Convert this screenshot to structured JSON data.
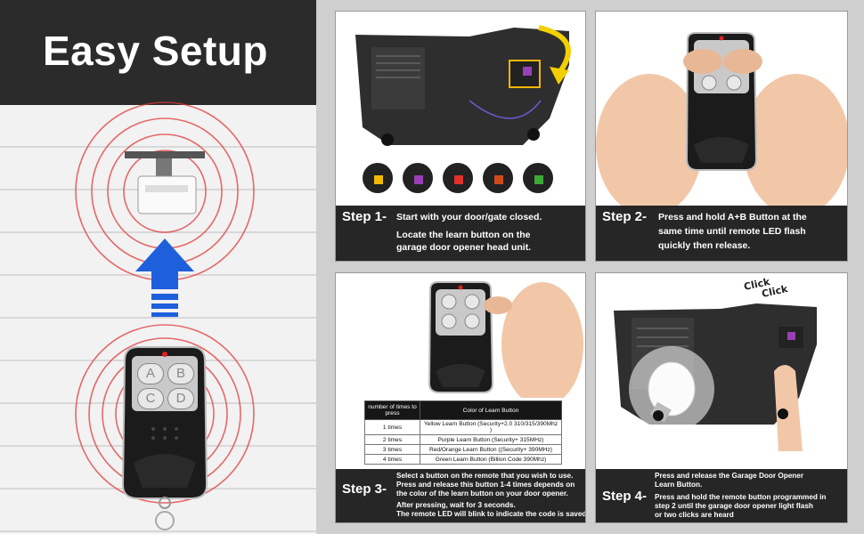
{
  "hero": {
    "title": "Easy Setup"
  },
  "remote": {
    "btn_a": "A",
    "btn_b": "B",
    "btn_c": "C",
    "btn_d": "D"
  },
  "steps": {
    "s1": {
      "label": "Step 1-",
      "line1": "Start with your door/gate closed.",
      "line2": "Locate the learn button on the",
      "line3": "garage door opener head unit."
    },
    "s2": {
      "label": "Step 2-",
      "line1": "Press and hold A+B Button at the",
      "line2": "same time until remote LED flash",
      "line3": "quickly then release."
    },
    "s3": {
      "label": "Step 3-",
      "line1": "Select a button on the remote that you wish to use.",
      "line2": "Press and release this button 1-4 times depends on",
      "line3": "the color of the learn button on your door opener.",
      "line4": "After pressing, wait for 3 seconds.",
      "line5": "The remote LED will blink to indicate the code is saved."
    },
    "s4": {
      "label": "Step 4-",
      "line1": "Press and release the Garage Door Opener",
      "line2": "Learn Button.",
      "line3": "Press and hold the remote button programmed in",
      "line4": "step 2 until the garage door opener light flash",
      "line5": "or two clicks are heard",
      "click1": "Click",
      "click2": "Click"
    }
  },
  "learn_table": {
    "headers": [
      "number of times to press",
      "Color of Learn Button"
    ],
    "rows": [
      [
        "1 times",
        "Yellow Learn Button (Security+2.0 310/315/390Mhz )"
      ],
      [
        "2 times",
        "Purple Learn Button (Security+ 315MHz)"
      ],
      [
        "3 times",
        "Red/Orange Learn Button ((Security+ 390MHz)"
      ],
      [
        "4 times",
        "Green Learn Button (Billion Code 390Mhz)"
      ]
    ]
  },
  "colors": {
    "learn_buttons": [
      "#f2b705",
      "#9b3fb7",
      "#e0312b",
      "#cf4a1a",
      "#3aaa35"
    ],
    "signal": "#e23b3b",
    "arrow": "#1e5fdc",
    "caption_bg": "#262626"
  }
}
